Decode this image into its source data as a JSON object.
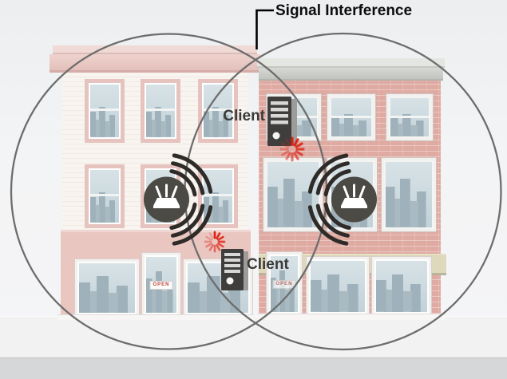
{
  "title": {
    "text": "Signal Interference"
  },
  "clients": {
    "top_label": "Client",
    "bottom_label": "Client"
  },
  "buildings": {
    "left": {
      "open_sign": "OPEN"
    },
    "right": {
      "open_sign": "OPEN"
    }
  },
  "icons": {
    "router": "router-icon",
    "wifi_waves": "wifi-waves-icon",
    "client_tower": "client-tower-icon",
    "interference_spinner": "interference-spinner-icon",
    "signal_range": "signal-range-circle"
  },
  "colors": {
    "circle_stroke": "#6d6d6d",
    "pointer_black": "#000000",
    "wifi_dark": "#2e2b28",
    "router_dark": "#4c4a45",
    "spinner_red": "#dc1f10",
    "left_wall": "#f8f4ef",
    "left_trim": "#e6c3be",
    "left_store": "#eac6c1",
    "right_brick": "#dfaaa2",
    "awning_tan": "#ded9bb",
    "street_gray": "#d6d7d9",
    "open_red": "#c04438",
    "sil": "#9fb2bb",
    "sil2": "#a9bac2"
  }
}
